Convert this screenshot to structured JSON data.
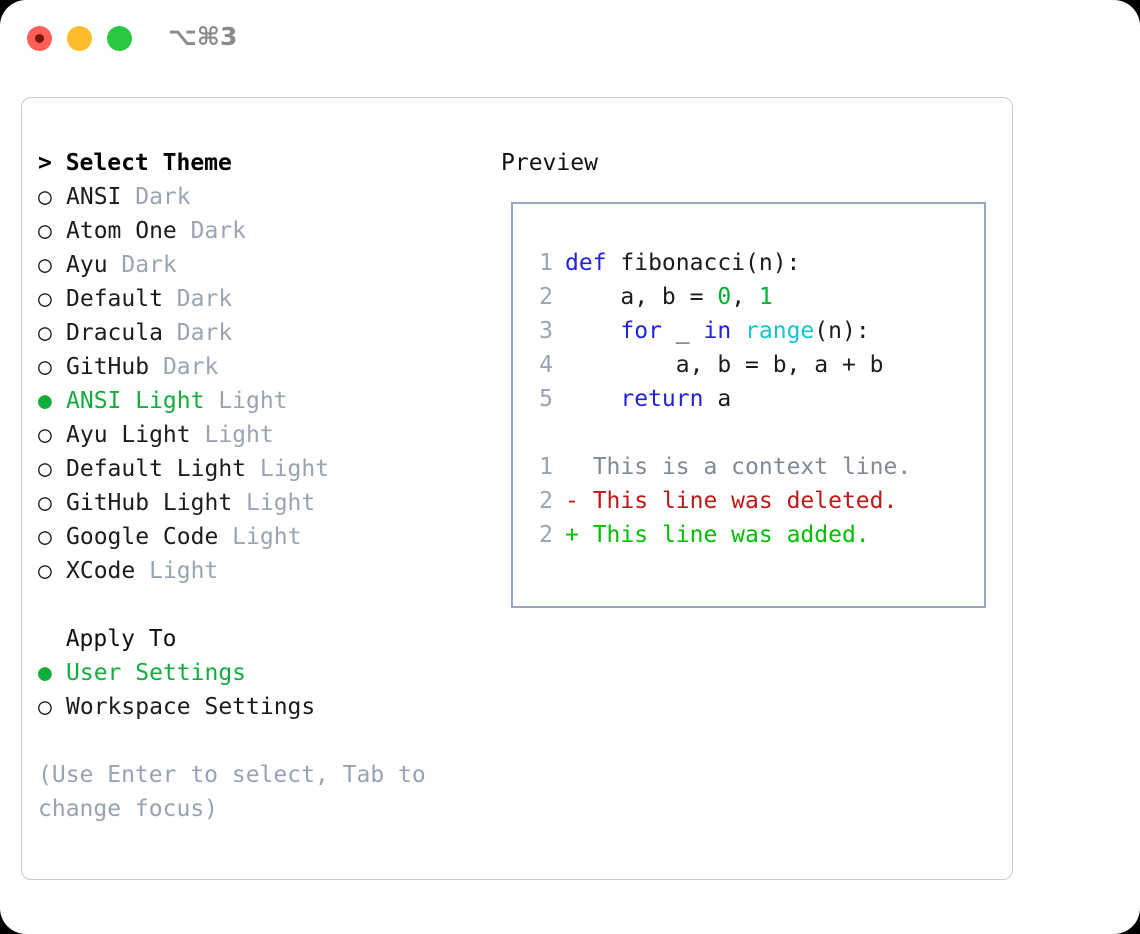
{
  "window": {
    "shortcut": "⌥⌘3",
    "buttons": [
      {
        "name": "close",
        "color": "#ff5f57"
      },
      {
        "name": "minimize",
        "color": "#febc2e"
      },
      {
        "name": "maximize",
        "color": "#28c840"
      }
    ]
  },
  "theme_picker": {
    "header": "> Select Theme",
    "items": [
      {
        "marker": "○",
        "name": "ANSI",
        "variant": "Dark",
        "selected": false
      },
      {
        "marker": "○",
        "name": "Atom One",
        "variant": "Dark",
        "selected": false
      },
      {
        "marker": "○",
        "name": "Ayu",
        "variant": "Dark",
        "selected": false
      },
      {
        "marker": "○",
        "name": "Default",
        "variant": "Dark",
        "selected": false
      },
      {
        "marker": "○",
        "name": "Dracula",
        "variant": "Dark",
        "selected": false
      },
      {
        "marker": "○",
        "name": "GitHub",
        "variant": "Dark",
        "selected": false
      },
      {
        "marker": "●",
        "name": "ANSI Light",
        "variant": "Light",
        "selected": true
      },
      {
        "marker": "○",
        "name": "Ayu Light",
        "variant": "Light",
        "selected": false
      },
      {
        "marker": "○",
        "name": "Default Light",
        "variant": "Light",
        "selected": false
      },
      {
        "marker": "○",
        "name": "GitHub Light",
        "variant": "Light",
        "selected": false
      },
      {
        "marker": "○",
        "name": "Google Code",
        "variant": "Light",
        "selected": false
      },
      {
        "marker": "○",
        "name": "XCode",
        "variant": "Light",
        "selected": false
      }
    ]
  },
  "apply_to": {
    "header": "  Apply To",
    "options": [
      {
        "marker": "●",
        "name": "User Settings",
        "selected": true
      },
      {
        "marker": "○",
        "name": "Workspace Settings",
        "selected": false
      }
    ]
  },
  "hint": "(Use Enter to select, Tab to change focus)",
  "preview": {
    "title": "Preview",
    "code_lines": [
      {
        "num": "1",
        "tokens": [
          {
            "t": "def ",
            "c": "kw"
          },
          {
            "t": "fibonacci(n):",
            "c": "fn"
          }
        ]
      },
      {
        "num": "2",
        "tokens": [
          {
            "t": "    a, b = ",
            "c": "txt"
          },
          {
            "t": "0",
            "c": "num"
          },
          {
            "t": ", ",
            "c": "txt"
          },
          {
            "t": "1",
            "c": "num"
          }
        ]
      },
      {
        "num": "3",
        "tokens": [
          {
            "t": "    ",
            "c": "txt"
          },
          {
            "t": "for",
            "c": "kw"
          },
          {
            "t": " _ ",
            "c": "txt"
          },
          {
            "t": "in",
            "c": "kw"
          },
          {
            "t": " ",
            "c": "txt"
          },
          {
            "t": "range",
            "c": "bi"
          },
          {
            "t": "(n):",
            "c": "txt"
          }
        ]
      },
      {
        "num": "4",
        "tokens": [
          {
            "t": "        a, b = b, a + b",
            "c": "txt"
          }
        ]
      },
      {
        "num": "5",
        "tokens": [
          {
            "t": "    ",
            "c": "txt"
          },
          {
            "t": "return",
            "c": "kw"
          },
          {
            "t": " a",
            "c": "txt"
          }
        ]
      }
    ],
    "diff_lines": [
      {
        "num": "1",
        "marker": " ",
        "text": "This is a context line.",
        "kind": "ctx"
      },
      {
        "num": "2",
        "marker": "-",
        "text": "This line was deleted.",
        "kind": "del"
      },
      {
        "num": "2",
        "marker": "+",
        "text": "This line was added.",
        "kind": "add"
      }
    ]
  },
  "colors": {
    "selected_green": "#13ad3e",
    "variant_gray": "#9aa4b2",
    "hint_gray": "#98a2b3",
    "keyword_blue": "#2222dd",
    "builtin_cyan": "#11c6d0",
    "number_green": "#00b030",
    "diff_add_green": "#00c000",
    "diff_del_red": "#c01818",
    "panel_border": "#c3cbd8",
    "code_border": "#9aa8bc"
  }
}
